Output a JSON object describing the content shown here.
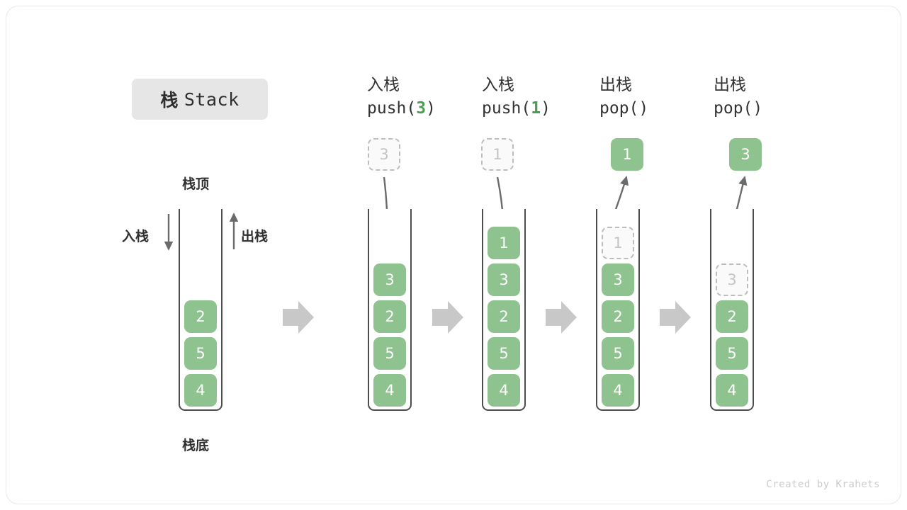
{
  "title": {
    "cn": "栈",
    "en": "Stack"
  },
  "labels": {
    "top": "栈顶",
    "bottom": "栈底",
    "push": "入栈",
    "pop": "出栈"
  },
  "watermark": "Created by Krahets",
  "colors": {
    "cell_fill": "#8ec28e",
    "cell_text": "#ffffff",
    "ghost_fill": "#fafafa",
    "ghost_border": "#bdbdbd",
    "ghost_text": "#c4c4c4",
    "arrow_gray": "#6b6b6b",
    "transition_arrow": "#c8c8c8",
    "badge_bg": "#e6e6e6",
    "code_arg": "#4a9e53",
    "stack_outline": "#4d4d4d"
  },
  "columns": [
    {
      "id": "initial",
      "op_cn": "",
      "op_code": "",
      "op_arg": "",
      "incoming": null,
      "outgoing": null,
      "cells": [
        "2",
        "5",
        "4"
      ],
      "ghost_in_stack": null
    },
    {
      "id": "push-3",
      "op_cn": "入栈",
      "op_code_prefix": "push(",
      "op_arg": "3",
      "op_code_suffix": ")",
      "incoming": "3",
      "outgoing": null,
      "cells": [
        "3",
        "2",
        "5",
        "4"
      ],
      "ghost_in_stack": null
    },
    {
      "id": "push-1",
      "op_cn": "入栈",
      "op_code_prefix": "push(",
      "op_arg": "1",
      "op_code_suffix": ")",
      "incoming": "1",
      "outgoing": null,
      "cells": [
        "1",
        "3",
        "2",
        "5",
        "4"
      ],
      "ghost_in_stack": null
    },
    {
      "id": "pop-1",
      "op_cn": "出栈",
      "op_code_prefix": "pop(",
      "op_arg": "",
      "op_code_suffix": ")",
      "incoming": null,
      "outgoing": "1",
      "cells": [
        "3",
        "2",
        "5",
        "4"
      ],
      "ghost_in_stack": "1"
    },
    {
      "id": "pop-3",
      "op_cn": "出栈",
      "op_code_prefix": "pop(",
      "op_arg": "",
      "op_code_suffix": ")",
      "incoming": null,
      "outgoing": "3",
      "cells": [
        "2",
        "5",
        "4"
      ],
      "ghost_in_stack": "3"
    }
  ]
}
